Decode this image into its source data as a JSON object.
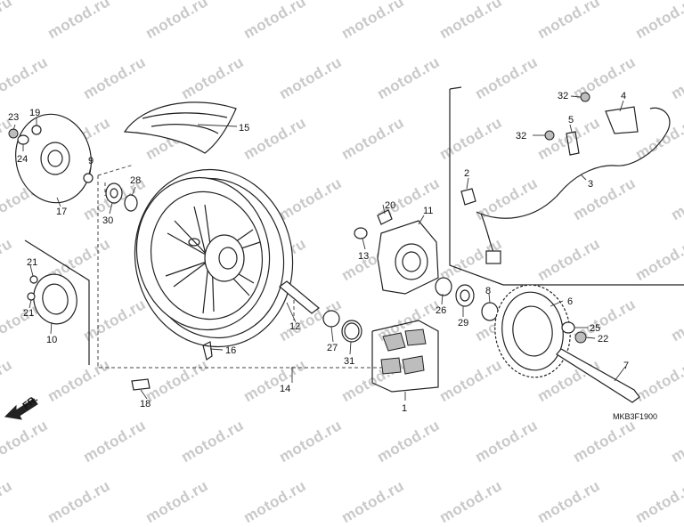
{
  "watermark": "motod.ru",
  "diagram_code": "MKB3F1900",
  "direction_label": "FR.",
  "callouts": [
    "1",
    "2",
    "3",
    "4",
    "5",
    "6",
    "7",
    "8",
    "9",
    "10",
    "11",
    "12",
    "13",
    "14",
    "15",
    "16",
    "17",
    "18",
    "19",
    "20",
    "21",
    "21",
    "22",
    "23",
    "24",
    "25",
    "26",
    "27",
    "28",
    "29",
    "30",
    "31",
    "32",
    "32"
  ]
}
